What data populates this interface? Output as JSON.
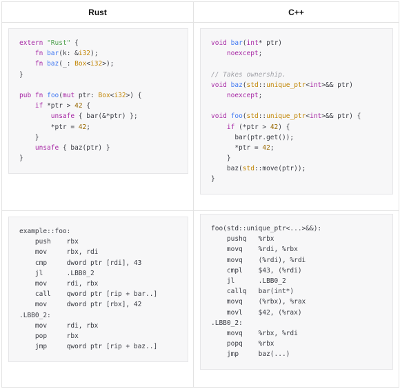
{
  "headers": {
    "left": "Rust",
    "right": "C++"
  },
  "colors": {
    "keyword": "#a626a4",
    "function": "#4078f2",
    "type": "#c18401",
    "string": "#50a14f",
    "number": "#986801",
    "comment": "#a0a1a7",
    "plain": "#383a42"
  },
  "rust_source": [
    [
      [
        "kw",
        "extern"
      ],
      [
        "pl",
        " "
      ],
      [
        "st",
        "\"Rust\""
      ],
      [
        "pl",
        " {"
      ]
    ],
    [
      [
        "pl",
        "    "
      ],
      [
        "kw",
        "fn"
      ],
      [
        "pl",
        " "
      ],
      [
        "fn",
        "bar"
      ],
      [
        "pl",
        "(k: &"
      ],
      [
        "ty",
        "i32"
      ],
      [
        "pl",
        ");"
      ]
    ],
    [
      [
        "pl",
        "    "
      ],
      [
        "kw",
        "fn"
      ],
      [
        "pl",
        " "
      ],
      [
        "fn",
        "baz"
      ],
      [
        "pl",
        "(_: "
      ],
      [
        "ty",
        "Box"
      ],
      [
        "pl",
        "<"
      ],
      [
        "ty",
        "i32"
      ],
      [
        "pl",
        ">);"
      ]
    ],
    [
      [
        "pl",
        "}"
      ]
    ],
    [],
    [
      [
        "kw",
        "pub"
      ],
      [
        "pl",
        " "
      ],
      [
        "kw",
        "fn"
      ],
      [
        "pl",
        " "
      ],
      [
        "fn",
        "foo"
      ],
      [
        "pl",
        "("
      ],
      [
        "kw",
        "mut"
      ],
      [
        "pl",
        " ptr: "
      ],
      [
        "ty",
        "Box"
      ],
      [
        "pl",
        "<"
      ],
      [
        "ty",
        "i32"
      ],
      [
        "pl",
        ">) {"
      ]
    ],
    [
      [
        "pl",
        "    "
      ],
      [
        "kw",
        "if"
      ],
      [
        "pl",
        " *ptr > "
      ],
      [
        "nm",
        "42"
      ],
      [
        "pl",
        " {"
      ]
    ],
    [
      [
        "pl",
        "        "
      ],
      [
        "kw",
        "unsafe"
      ],
      [
        "pl",
        " { bar(&*ptr) };"
      ]
    ],
    [
      [
        "pl",
        "        *ptr = "
      ],
      [
        "nm",
        "42"
      ],
      [
        "pl",
        ";"
      ]
    ],
    [
      [
        "pl",
        "    }"
      ]
    ],
    [
      [
        "pl",
        "    "
      ],
      [
        "kw",
        "unsafe"
      ],
      [
        "pl",
        " { baz(ptr) }"
      ]
    ],
    [
      [
        "pl",
        "}"
      ]
    ]
  ],
  "cpp_source": [
    [
      [
        "kw",
        "void"
      ],
      [
        "pl",
        " "
      ],
      [
        "fn",
        "bar"
      ],
      [
        "pl",
        "("
      ],
      [
        "kw",
        "int"
      ],
      [
        "pl",
        "* ptr)"
      ]
    ],
    [
      [
        "pl",
        "    "
      ],
      [
        "kw",
        "noexcept"
      ],
      [
        "pl",
        ";"
      ]
    ],
    [],
    [
      [
        "cm",
        "// Takes ownership."
      ]
    ],
    [
      [
        "kw",
        "void"
      ],
      [
        "pl",
        " "
      ],
      [
        "fn",
        "baz"
      ],
      [
        "pl",
        "("
      ],
      [
        "ty",
        "std"
      ],
      [
        "pl",
        "::"
      ],
      [
        "ty",
        "unique_ptr"
      ],
      [
        "pl",
        "<"
      ],
      [
        "kw",
        "int"
      ],
      [
        "pl",
        ">&& ptr)"
      ]
    ],
    [
      [
        "pl",
        "    "
      ],
      [
        "kw",
        "noexcept"
      ],
      [
        "pl",
        ";"
      ]
    ],
    [],
    [
      [
        "kw",
        "void"
      ],
      [
        "pl",
        " "
      ],
      [
        "fn",
        "foo"
      ],
      [
        "pl",
        "("
      ],
      [
        "ty",
        "std"
      ],
      [
        "pl",
        "::"
      ],
      [
        "ty",
        "unique_ptr"
      ],
      [
        "pl",
        "<"
      ],
      [
        "kw",
        "int"
      ],
      [
        "pl",
        ">&& ptr) {"
      ]
    ],
    [
      [
        "pl",
        "    "
      ],
      [
        "kw",
        "if"
      ],
      [
        "pl",
        " (*ptr > "
      ],
      [
        "nm",
        "42"
      ],
      [
        "pl",
        ") {"
      ]
    ],
    [
      [
        "pl",
        "      bar(ptr.get());"
      ]
    ],
    [
      [
        "pl",
        "      *ptr = "
      ],
      [
        "nm",
        "42"
      ],
      [
        "pl",
        ";"
      ]
    ],
    [
      [
        "pl",
        "    }"
      ]
    ],
    [
      [
        "pl",
        "    baz("
      ],
      [
        "ty",
        "std"
      ],
      [
        "pl",
        "::move(ptr));"
      ]
    ],
    [
      [
        "pl",
        "}"
      ]
    ]
  ],
  "rust_asm": [
    "example::foo:",
    "    push    rbx",
    "    mov     rbx, rdi",
    "    cmp     dword ptr [rdi], 43",
    "    jl      .LBB0_2",
    "    mov     rdi, rbx",
    "    call    qword ptr [rip + bar..]",
    "    mov     dword ptr [rbx], 42",
    ".LBB0_2:",
    "    mov     rdi, rbx",
    "    pop     rbx",
    "    jmp     qword ptr [rip + baz..]"
  ],
  "cpp_asm": [
    "foo(std::unique_ptr<...>&&):",
    "    pushq   %rbx",
    "    movq    %rdi, %rbx",
    "    movq    (%rdi), %rdi",
    "    cmpl    $43, (%rdi)",
    "    jl      .LBB0_2",
    "    callq   bar(int*)",
    "    movq    (%rbx), %rax",
    "    movl    $42, (%rax)",
    ".LBB0_2:",
    "    movq    %rbx, %rdi",
    "    popq    %rbx",
    "    jmp     baz(...)"
  ]
}
